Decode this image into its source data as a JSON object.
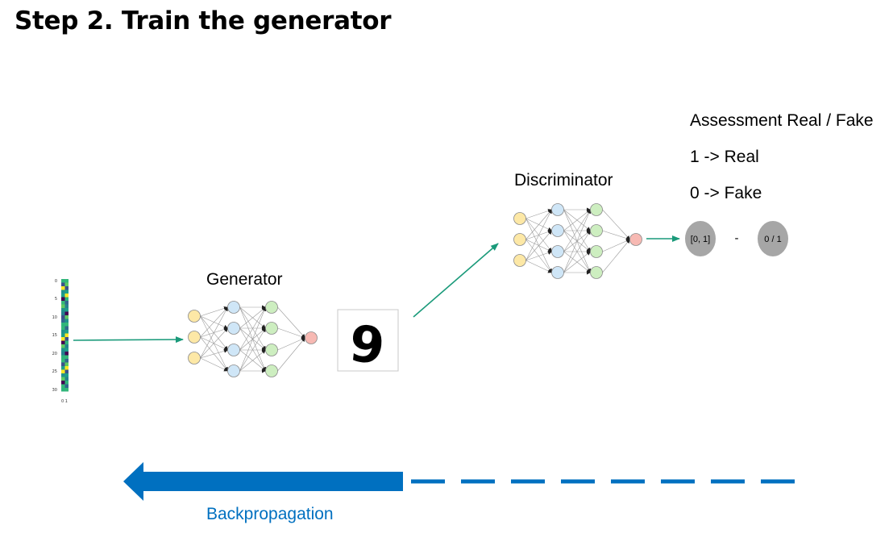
{
  "title": "Step 2. Train the generator",
  "generator": {
    "label": "Generator"
  },
  "discriminator": {
    "label": "Discriminator"
  },
  "assessment": {
    "heading": "Assessment Real / Fake",
    "real_rule": "1 -> Real",
    "fake_rule": "0 -> Fake"
  },
  "scores": {
    "prediction": "[0, 1]",
    "operator": "-",
    "target": "0 / 1"
  },
  "backpropagation": {
    "label": "Backpropagation"
  },
  "noise_vector": {
    "y_ticks": [
      "0",
      "5",
      "10",
      "15",
      "20",
      "25",
      "30"
    ],
    "x_ticks": "0 1"
  },
  "generated_sample": {
    "digit": "9"
  },
  "colors": {
    "arrow_green": "#1a9a7a",
    "backprop_blue": "#0070c0",
    "input_node": "#fde8a6",
    "hidden1_node": "#cfe6f7",
    "hidden2_node": "#cdeec0",
    "output_node": "#f7b9b3",
    "score_bubble": "#a6a6a6"
  }
}
